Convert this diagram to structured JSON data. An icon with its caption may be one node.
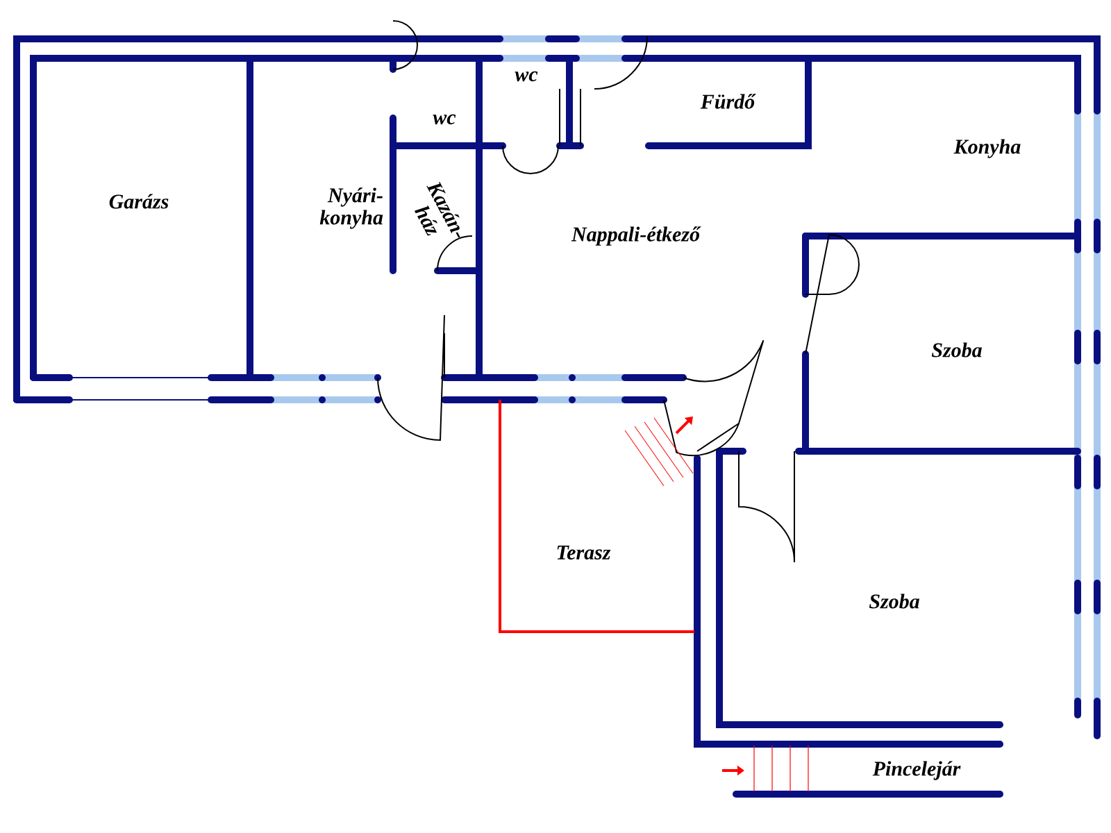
{
  "diagram": {
    "labels": [
      "wc",
      "Fürdő",
      "wc",
      "Konyha",
      "Garázs",
      "Nyári-konyha",
      "Kazán-ház",
      "Nappali-étkező",
      "Szoba",
      "Terasz",
      "Szoba",
      "Pincelejár"
    ]
  }
}
